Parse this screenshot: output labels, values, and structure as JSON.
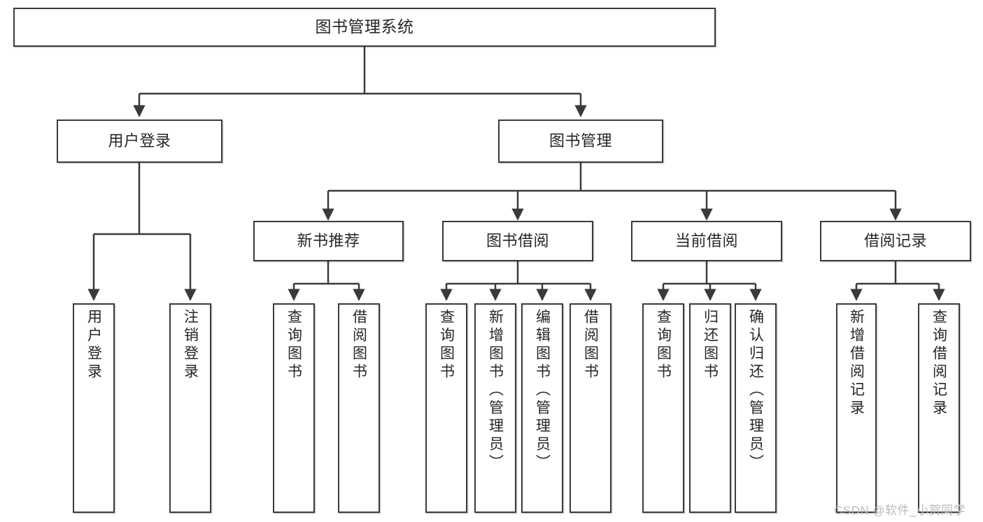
{
  "diagram": {
    "title": "图书管理系统",
    "watermark": "CSDN @软件_小贺同学",
    "stroke_color": "#3a3a3a",
    "text_color": "#262626",
    "background": "#ffffff",
    "nodes": {
      "root": {
        "label": "图书管理系统"
      },
      "level2": [
        {
          "label": "用户登录"
        },
        {
          "label": "图书管理"
        }
      ],
      "level3": [
        {
          "label": "新书推荐"
        },
        {
          "label": "图书借阅"
        },
        {
          "label": "当前借阅"
        },
        {
          "label": "借阅记录"
        }
      ],
      "leaves": {
        "user_login": [
          {
            "label": "用户登录"
          },
          {
            "label": "注销登录"
          }
        ],
        "new_book": [
          {
            "label": "查询图书"
          },
          {
            "label": "借阅图书"
          }
        ],
        "book_borrow": [
          {
            "label": "查询图书"
          },
          {
            "label": "新增图书（管理员）"
          },
          {
            "label": "编辑图书（管理员）"
          },
          {
            "label": "借阅图书"
          }
        ],
        "current_borrow": [
          {
            "label": "查询图书"
          },
          {
            "label": "归还图书"
          },
          {
            "label": "确认归还（管理员）"
          }
        ],
        "borrow_record": [
          {
            "label": "新增借阅记录"
          },
          {
            "label": "查询借阅记录"
          }
        ]
      }
    }
  }
}
